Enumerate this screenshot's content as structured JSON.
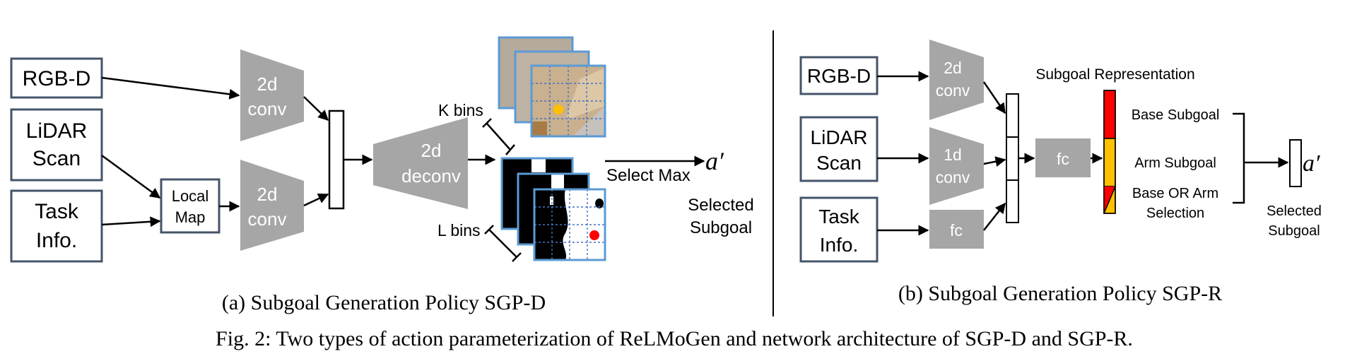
{
  "panel_a": {
    "inputs": [
      "RGB-D",
      "LiDAR",
      "Scan",
      "Task",
      "Info."
    ],
    "local_map": [
      "Local",
      "Map"
    ],
    "conv_top": [
      "2d",
      "conv"
    ],
    "conv_bottom": [
      "2d",
      "conv"
    ],
    "deconv": [
      "2d",
      "deconv"
    ],
    "k_bins": "K bins",
    "l_bins": "L bins",
    "select_max": "Select Max",
    "a_prime": "a′",
    "selected_subgoal": [
      "Selected",
      "Subgoal"
    ],
    "caption": "(a) Subgoal Generation Policy SGP-D"
  },
  "panel_b": {
    "inputs": [
      "RGB-D",
      "LiDAR",
      "Scan",
      "Task",
      "Info."
    ],
    "conv_2d": [
      "2d",
      "conv"
    ],
    "conv_1d": [
      "1d",
      "conv"
    ],
    "fc_task": "fc",
    "fc_main": "fc",
    "subgoal_representation": "Subgoal Representation",
    "base_subgoal": "Base Subgoal",
    "arm_subgoal": "Arm Subgoal",
    "selection": [
      "Base OR Arm",
      "Selection"
    ],
    "a_prime": "a′",
    "selected_subgoal": [
      "Selected",
      "Subgoal"
    ],
    "caption": "(b) Subgoal Generation Policy SGP-R"
  },
  "figure_caption": "Fig. 2: Two types of action parameterization of ReLMoGen and network architecture of SGP-D and SGP-R.",
  "colors": {
    "box_border": "#44546a",
    "layer_gray": "#a6a6a6",
    "red": "#ff0000",
    "yellow": "#ffc000",
    "frame_blue": "#5b9bd5",
    "dot_orange": "#ffc000"
  }
}
